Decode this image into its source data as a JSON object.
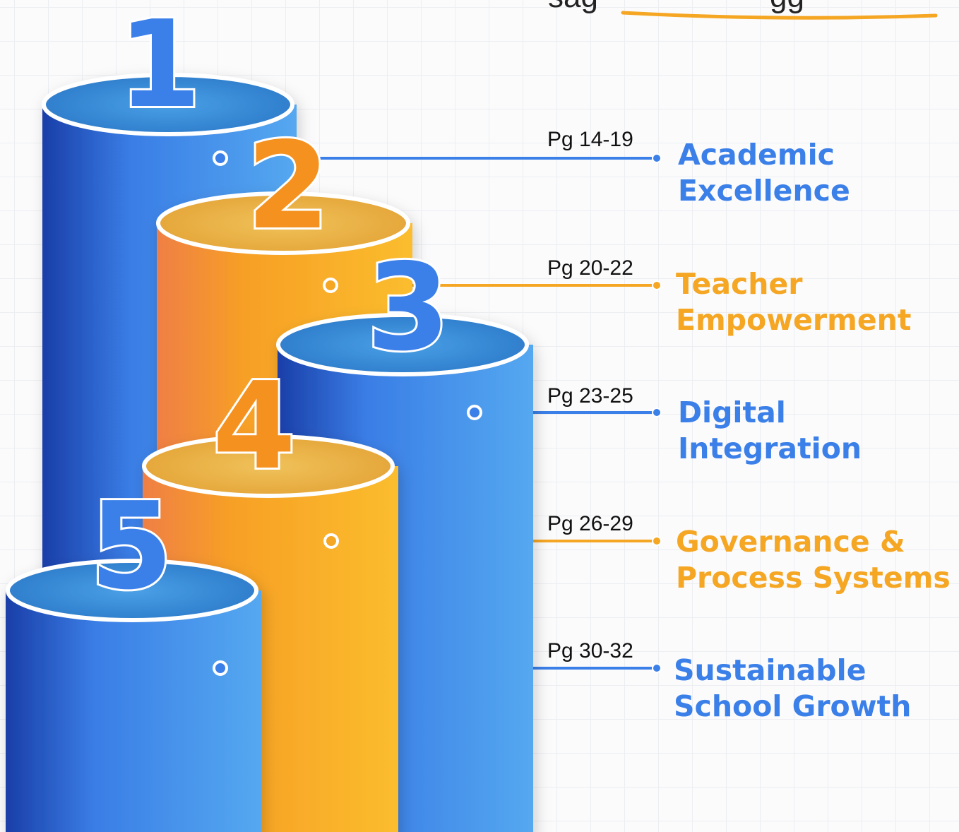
{
  "header": {
    "partial_text": "sag",
    "partial_text_2": "gg",
    "accent_color": "#f5a623"
  },
  "colors": {
    "blue_text": "#3b7fe8",
    "orange_text": "#f5a623",
    "blue_pillar": "#4a8fed",
    "orange_pillar": "#f7a82a",
    "white": "#ffffff"
  },
  "steps": [
    {
      "number": "1",
      "page_range": "Pg 14-19",
      "label_line1": "Academic",
      "label_line2": "Excellence",
      "color": "blue"
    },
    {
      "number": "2",
      "page_range": "Pg 20-22",
      "label_line1": "Teacher",
      "label_line2": "Empowerment",
      "color": "orange"
    },
    {
      "number": "3",
      "page_range": "Pg 23-25",
      "label_line1": "Digital",
      "label_line2": "Integration",
      "color": "blue"
    },
    {
      "number": "4",
      "page_range": "Pg 26-29",
      "label_line1": "Governance &",
      "label_line2": "Process Systems",
      "color": "orange"
    },
    {
      "number": "5",
      "page_range": "Pg 30-32",
      "label_line1": "Sustainable",
      "label_line2": "School Growth",
      "color": "blue"
    }
  ]
}
